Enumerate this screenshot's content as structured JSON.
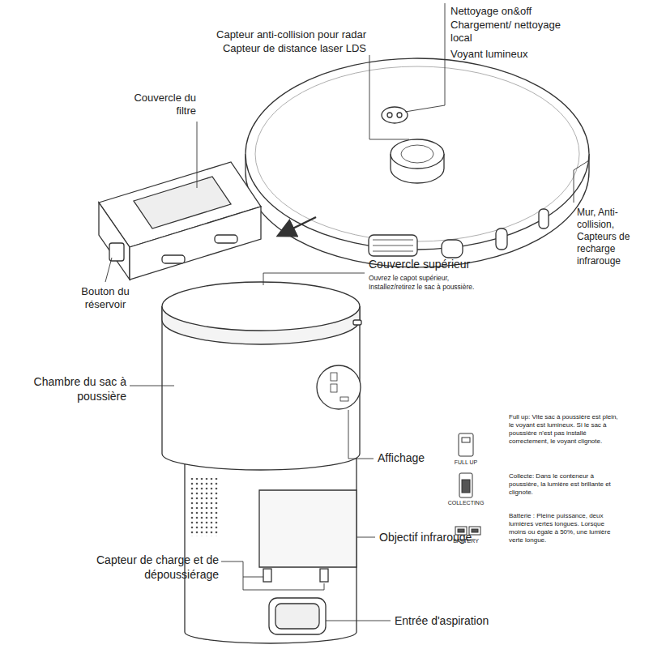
{
  "diagram": {
    "labels": [
      "Capteur anti-collision pour radar",
      "Capteur de distance laser LDS",
      "Nettoyage on&off",
      "Chargement/ nettoyage local",
      "Voyant lumineux",
      "Couvercle du filtre",
      "Mur, Anti-collision, Capteurs de recharge infrarouge",
      "Bouton du réservoir",
      "Couvercle supérieur",
      "Ouvrez le capot supérieur, Installez/retirez le sac à poussière.",
      "Chambre du sac à poussière",
      "Affichage",
      "FULL UP",
      "Full up: Vite sac à poussière est plein, le voyant est lumineux. Si le sac à poussière n'est pas installé correctement, le voyant clignote.",
      "COLLECTING",
      "Collecte: Dans le conteneur à poussière, la lumière est brillante et clignote.",
      "BATTERY",
      "Batterie : Pleine puissance, deux lumières vertes longues. Lorsque moins ou égale à 50%, une lumière verte longue.",
      "Objectif infrarouge",
      "Capteur de charge et de dépoussiérage",
      "Entrée d'aspiration"
    ]
  }
}
